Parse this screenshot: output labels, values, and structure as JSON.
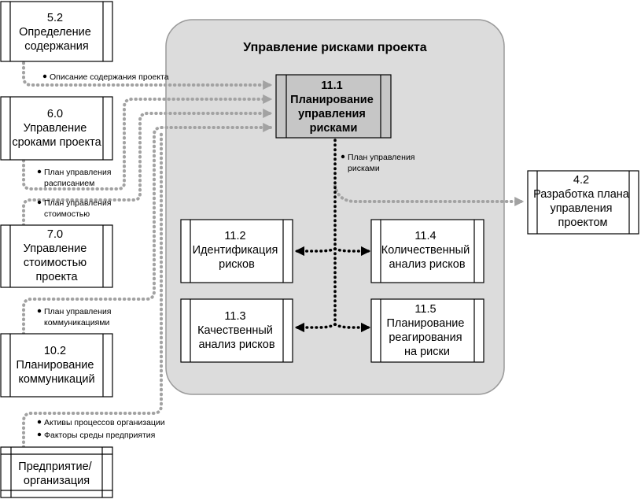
{
  "region": {
    "title": "Управление рисками проекта"
  },
  "external_processes": {
    "scope": [
      "5.2",
      "Определение",
      "содержания"
    ],
    "schedule": [
      "6.0",
      "Управление",
      "сроками проекта"
    ],
    "cost": [
      "7.0",
      "Управление",
      "стоимостью",
      "проекта"
    ],
    "communications": [
      "10.2",
      "Планирование",
      "коммуникаций"
    ],
    "enterprise": [
      "Предприятие/",
      "организация"
    ],
    "project_plan": [
      "4.2",
      "Разработка плана",
      "управления",
      "проектом"
    ]
  },
  "processes": {
    "p11_1": [
      "11.1",
      "Планирование",
      "управления",
      "рисками"
    ],
    "p11_2": [
      "11.2",
      "Идентификация",
      "рисков"
    ],
    "p11_3": [
      "11.3",
      "Качественный",
      "анализ рисков"
    ],
    "p11_4": [
      "11.4",
      "Количественный",
      "анализ рисков"
    ],
    "p11_5": [
      "11.5",
      "Планирование",
      "реагирования",
      "на риски"
    ]
  },
  "flows": {
    "scope_statement": [
      "Описание содержания проекта"
    ],
    "schedule_plan": [
      "План управления",
      "расписанием"
    ],
    "cost_plan": [
      "План управления",
      "стоимостью"
    ],
    "comm_plan": [
      "План управления",
      "коммуникациями"
    ],
    "org_assets": [
      "Активы процессов организации"
    ],
    "env_factors": [
      "Факторы среды предприятия"
    ],
    "risk_plan": [
      "План управления",
      "рисками"
    ]
  }
}
